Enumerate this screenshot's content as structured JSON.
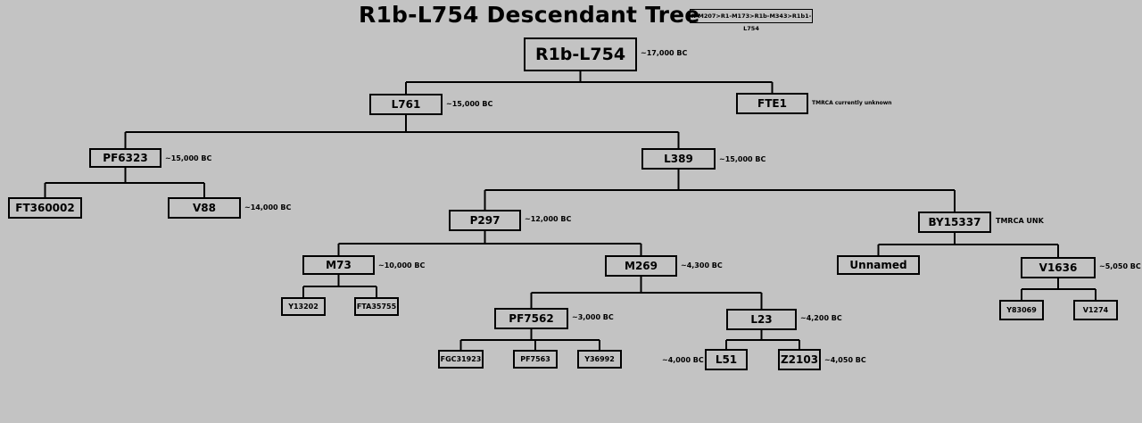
{
  "title": "R1b-L754 Descendant Tree",
  "lineage": "R-M207>R1-M173>R1b-M343>R1b1-L754",
  "nodes": {
    "r1b_l754": {
      "label": "R1b-L754",
      "date": "~17,000 BC"
    },
    "l761": {
      "label": "L761",
      "date": "~15,000 BC"
    },
    "fte1": {
      "label": "FTE1",
      "date": "TMRCA currently unknown"
    },
    "pf6323": {
      "label": "PF6323",
      "date": "~15,000 BC"
    },
    "l389": {
      "label": "L389",
      "date": "~15,000 BC"
    },
    "ft360002": {
      "label": "FT360002",
      "date": ""
    },
    "v88": {
      "label": "V88",
      "date": "~14,000 BC"
    },
    "p297": {
      "label": "P297",
      "date": "~12,000 BC"
    },
    "by15337": {
      "label": "BY15337",
      "date": "TMRCA UNK"
    },
    "m73": {
      "label": "M73",
      "date": "~10,000 BC"
    },
    "m269": {
      "label": "M269",
      "date": "~4,300 BC"
    },
    "unnamed": {
      "label": "Unnamed",
      "date": ""
    },
    "v1636": {
      "label": "V1636",
      "date": "~5,050 BC"
    },
    "y13202": {
      "label": "Y13202",
      "date": ""
    },
    "fta35755": {
      "label": "FTA35755",
      "date": ""
    },
    "pf7562": {
      "label": "PF7562",
      "date": "~3,000 BC"
    },
    "l23": {
      "label": "L23",
      "date": "~4,200 BC"
    },
    "y83069": {
      "label": "Y83069",
      "date": ""
    },
    "v1274": {
      "label": "V1274",
      "date": ""
    },
    "fgc31923": {
      "label": "FGC31923",
      "date": ""
    },
    "pf7563": {
      "label": "PF7563",
      "date": ""
    },
    "y36992": {
      "label": "Y36992",
      "date": ""
    },
    "l51": {
      "label": "L51",
      "date": "~4,000 BC"
    },
    "z2103": {
      "label": "Z2103",
      "date": "~4,050 BC"
    }
  },
  "edges": [
    [
      "r1b_l754",
      "l761"
    ],
    [
      "r1b_l754",
      "fte1"
    ],
    [
      "l761",
      "pf6323"
    ],
    [
      "l761",
      "l389"
    ],
    [
      "pf6323",
      "ft360002"
    ],
    [
      "pf6323",
      "v88"
    ],
    [
      "l389",
      "p297"
    ],
    [
      "l389",
      "by15337"
    ],
    [
      "p297",
      "m73"
    ],
    [
      "p297",
      "m269"
    ],
    [
      "by15337",
      "unnamed"
    ],
    [
      "by15337",
      "v1636"
    ],
    [
      "m73",
      "y13202"
    ],
    [
      "m73",
      "fta35755"
    ],
    [
      "m269",
      "pf7562"
    ],
    [
      "m269",
      "l23"
    ],
    [
      "v1636",
      "y83069"
    ],
    [
      "v1636",
      "v1274"
    ],
    [
      "pf7562",
      "fgc31923"
    ],
    [
      "pf7562",
      "pf7563"
    ],
    [
      "pf7562",
      "y36992"
    ],
    [
      "l23",
      "l51"
    ],
    [
      "l23",
      "z2103"
    ]
  ]
}
